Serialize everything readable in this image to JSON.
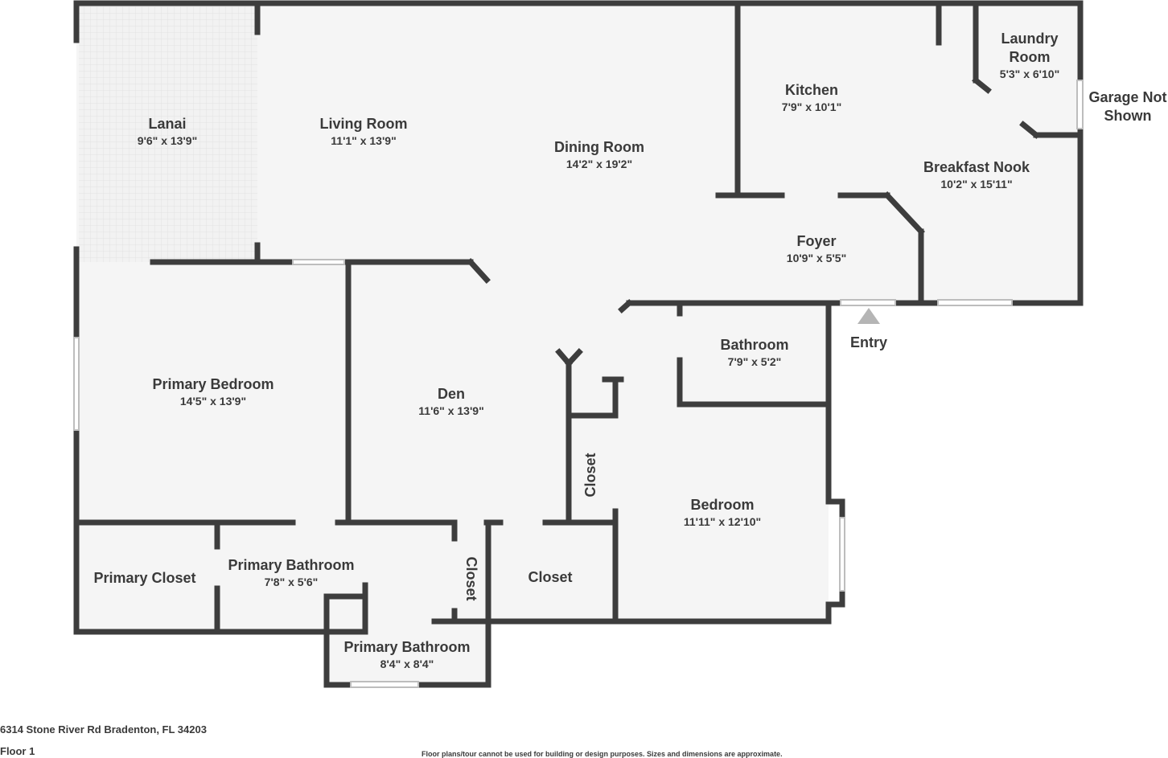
{
  "rooms": [
    {
      "name": "Lanai",
      "dim": "9'6\" x 13'9\""
    },
    {
      "name": "Living Room",
      "dim": "11'1\" x 13'9\""
    },
    {
      "name": "Dining Room",
      "dim": "14'2\" x 19'2\""
    },
    {
      "name": "Kitchen",
      "dim": "7'9\" x 10'1\""
    },
    {
      "name": "Laundry",
      "name2": "Room",
      "dim": "5'3\" x 6'10\""
    },
    {
      "name": "Breakfast Nook",
      "dim": "10'2\" x 15'11\""
    },
    {
      "name": "Foyer",
      "dim": "10'9\" x 5'5\""
    },
    {
      "name": "Primary Bedroom",
      "dim": "14'5\" x 13'9\""
    },
    {
      "name": "Den",
      "dim": "11'6\" x 13'9\""
    },
    {
      "name": "Bathroom",
      "dim": "7'9\" x 5'2\""
    },
    {
      "name": "Bedroom",
      "dim": "11'11\" x 12'10\""
    },
    {
      "name": "Primary Closet"
    },
    {
      "name": "Primary Bathroom",
      "dim": "7'8\" x 5'6\""
    },
    {
      "name": "Primary Bathroom",
      "dim": "8'4\" x 8'4\""
    },
    {
      "name": "Closet"
    },
    {
      "name": "Closet"
    },
    {
      "name": "Closet"
    }
  ],
  "labels": {
    "garage_line1": "Garage Not",
    "garage_line2": "Shown",
    "entry": "Entry"
  },
  "footer": {
    "address": "6314 Stone River Rd Bradenton, FL 34203",
    "floor": "Floor 1",
    "disclaimer": "Floor plans/tour cannot be used for building or design purposes. Sizes and dimensions are approximate."
  },
  "colors": {
    "wall": "#3d3d3d",
    "floor": "#f5f5f5",
    "text": "#3a3a3a"
  }
}
